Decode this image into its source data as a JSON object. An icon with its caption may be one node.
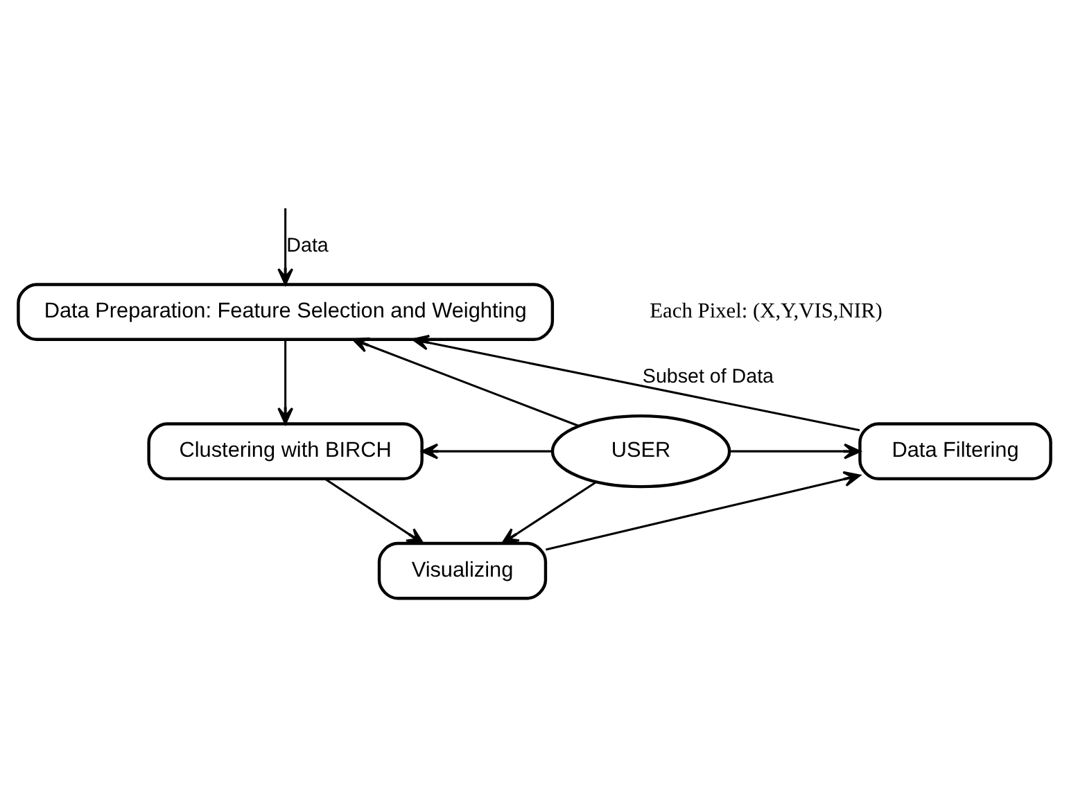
{
  "diagram": {
    "nodes": [
      {
        "text": [
          "Data Preparation: Feature Selection and Weighting"
        ]
      },
      {
        "text": [
          "Clustering with BIRCH"
        ]
      },
      {
        "text": [
          "Visualizing"
        ]
      },
      {
        "text": [
          "USER"
        ]
      },
      {
        "text": [
          "Data Filtering"
        ]
      }
    ],
    "edges": [
      {
        "from": null,
        "to": 0,
        "arrow": "to",
        "label": "Data"
      },
      {
        "from": 0,
        "to": 1,
        "arrow": "to"
      },
      {
        "from": 1,
        "to": 2,
        "arrow": "to"
      },
      {
        "from": 3,
        "to": 0,
        "arrow": "to"
      },
      {
        "from": 3,
        "to": 1,
        "arrow": "to"
      },
      {
        "from": 3,
        "to": 2,
        "arrow": "to"
      },
      {
        "from": 3,
        "to": 4,
        "arrow": "to"
      },
      {
        "from": 2,
        "to": 4,
        "arrow": "to"
      },
      {
        "from": 4,
        "to": 0,
        "arrow": "to",
        "label": "Subset of Data"
      }
    ],
    "labels": [
      "Each Pixel: (X,Y,VIS,NIR)"
    ]
  }
}
